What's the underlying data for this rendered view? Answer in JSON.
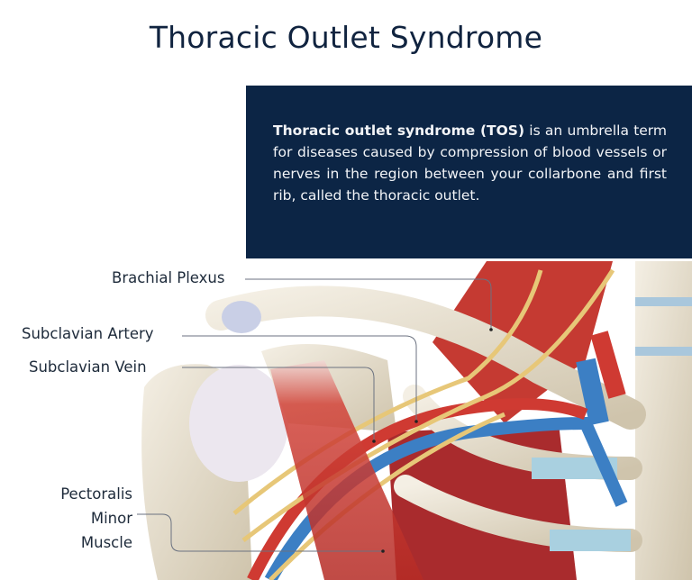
{
  "title": "Thoracic Outlet Syndrome",
  "info": {
    "bold": "Thoracic outlet syndrome (TOS)",
    "text": " is an umbrella term for diseases caused by compression of blood vessels or nerves in the region between your collarbone and first rib, called the thoracic outlet."
  },
  "labels": {
    "brachial_plexus": "Brachial Plexus",
    "subclavian_artery": "Subclavian Artery",
    "subclavian_vein": "Subclavian Vein",
    "pectoralis_line1": "Pectoralis",
    "pectoralis_line2": "Minor",
    "pectoralis_line3": "Muscle"
  },
  "colors": {
    "title": "#10233f",
    "box": "#0c2545",
    "muscle": "#c8362f",
    "artery": "#cf3a32",
    "vein": "#3c7fc4",
    "nerve": "#e7c778",
    "bone": "#e9e2d3"
  }
}
